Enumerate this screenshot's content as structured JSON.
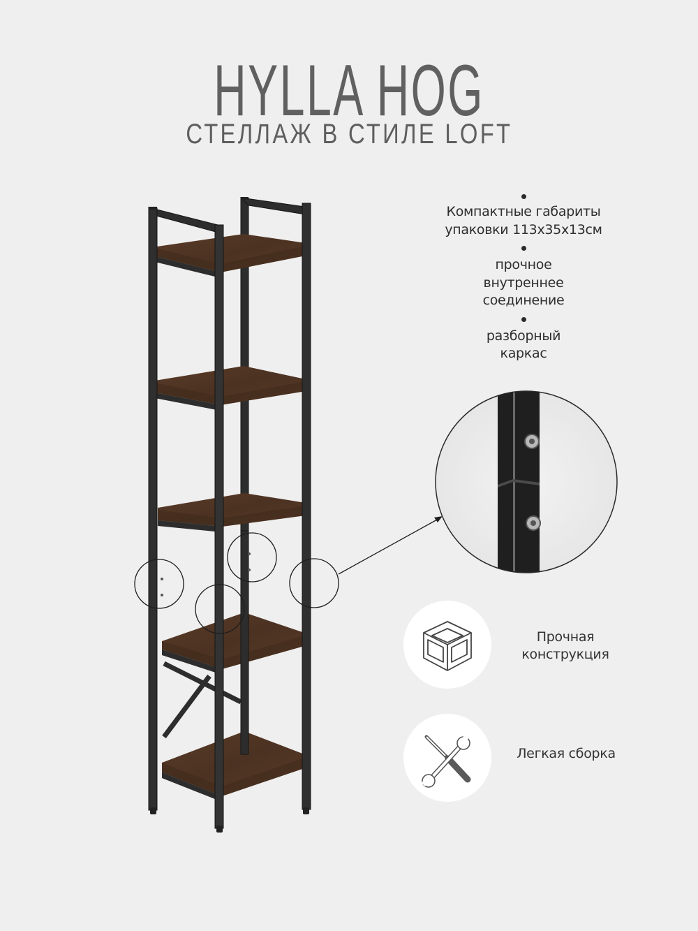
{
  "header": {
    "title": "HYLLA HOG",
    "subtitle": "СТЕЛЛАЖ В СТИЛЕ LOFT"
  },
  "features": [
    {
      "line1": "Компактные габариты",
      "line2": "упаковки  113x35x13см"
    },
    {
      "line1": "прочное",
      "line2": "внутреннее",
      "line3": "соединение"
    },
    {
      "line1": "разборный",
      "line2": "каркас"
    }
  ],
  "badges": [
    {
      "icon": "cube-frame-icon",
      "line1": "Прочная",
      "line2": "конструкция"
    },
    {
      "icon": "wrench-screwdriver-icon",
      "line1": "Легкая сборка"
    }
  ],
  "product": {
    "shelf_count": 5,
    "frame_color": "#2b2b2b",
    "wood_color": "#4f3424",
    "detail_callouts": 4
  },
  "colors": {
    "background": "#efefef",
    "title": "#606060",
    "text": "#2e2e2e"
  }
}
